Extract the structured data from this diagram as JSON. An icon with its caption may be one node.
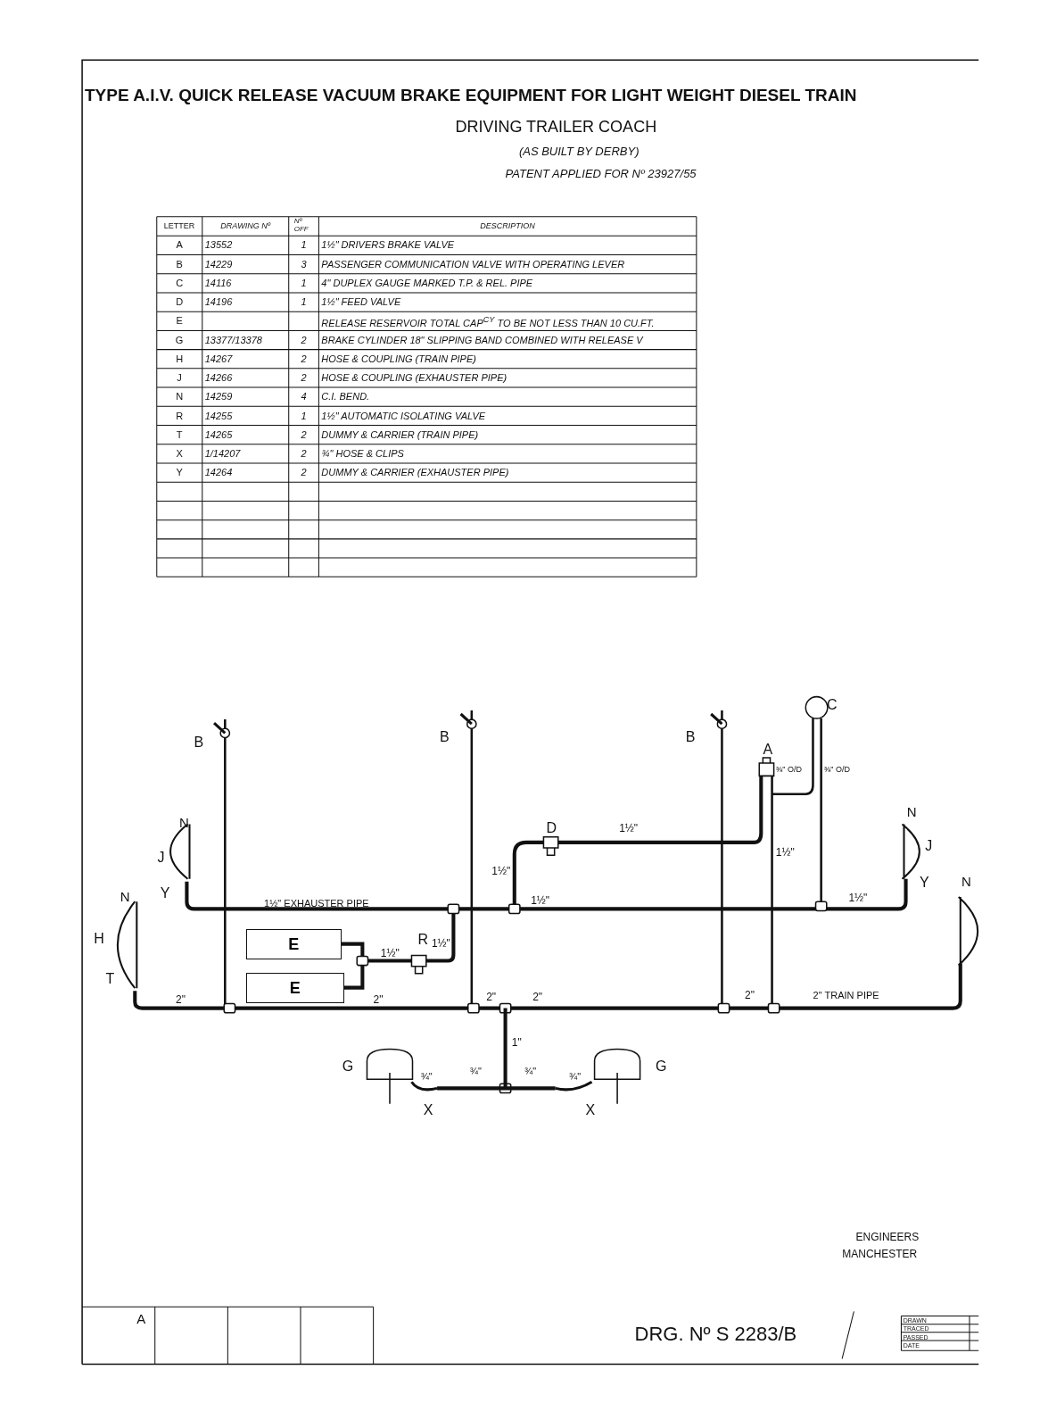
{
  "diagram": {
    "title": "TYPE A.I.V. QUICK RELEASE VACUUM BRAKE EQUIPMENT FOR LIGHT WEIGHT DIESEL TRAIN",
    "nodes": [
      {
        "text": [
          "E"
        ]
      },
      {
        "text": [
          "E"
        ]
      }
    ],
    "edges": [
      {
        "from": 0,
        "to": 1,
        "arrow": "none"
      }
    ],
    "labels": [
      "DRIVING TRAILER COACH",
      "(AS BUILT BY DERBY)",
      "PATENT APPLIED FOR Nº 23927/55",
      "LETTER",
      "DRAWING Nº",
      "Nº OFF",
      "DESCRIPTION",
      "A",
      "13552",
      "1",
      "1½\" DRIVERS BRAKE VALVE",
      "B",
      "14229",
      "3",
      "PASSENGER COMMUNICATION VALVE WITH OPERATING LEVER",
      "C",
      "14116",
      "1",
      "4\" DUPLEX GAUGE MARKED T.P. & REL. PIPE",
      "D",
      "14196",
      "1",
      "1½\" FEED VALVE",
      "E",
      "RELEASE RESERVOIR TOTAL CAP$^{CY}$ TO BE NOT LESS THAN 10 CU.FT.",
      "G",
      "13377/13378",
      "2",
      "BRAKE CYLINDER 18\" SLIPPING BAND COMBINED WITH RELEASE V",
      "H",
      "14267",
      "2",
      "HOSE & COUPLING (TRAIN PIPE)",
      "J",
      "14266",
      "2",
      "HOSE & COUPLING (EXHAUSTER PIPE)",
      "N",
      "14259",
      "4",
      "C.I. BEND.",
      "R",
      "14255",
      "1",
      "1½\" AUTOMATIC ISOLATING VALVE",
      "T",
      "14265",
      "2",
      "DUMMY & CARRIER (TRAIN PIPE)",
      "X",
      "1/14207",
      "2",
      "¾\" HOSE & CLIPS",
      "Y",
      "14264",
      "2",
      "DUMMY & CARRIER (EXHAUSTER PIPE)",
      "B",
      "B",
      "B",
      "C",
      "A",
      "⅜\" O/D",
      "⅜\" O/D",
      "N",
      "J",
      "Y",
      "N",
      "H",
      "T",
      "1½\" EXHAUSTER PIPE",
      "D",
      "1½\"",
      "1½\"",
      "1½\"",
      "1½\"",
      "N",
      "J",
      "Y",
      "1½\"",
      "N",
      "R",
      "1½\"",
      "1½\"",
      "2\"",
      "2\"",
      "2\"",
      "2\"",
      "2\"",
      "2\" TRAIN PIPE",
      "1\"",
      "G",
      "G",
      "¾\"",
      "¾\"",
      "¾\"",
      "¾\"",
      "X",
      "X",
      "ENGINEERS",
      "MANCHESTER",
      "A",
      "DRG. Nº S 2283/B",
      "DRAWN",
      "TRACED",
      "PASSED",
      "DATE"
    ]
  }
}
